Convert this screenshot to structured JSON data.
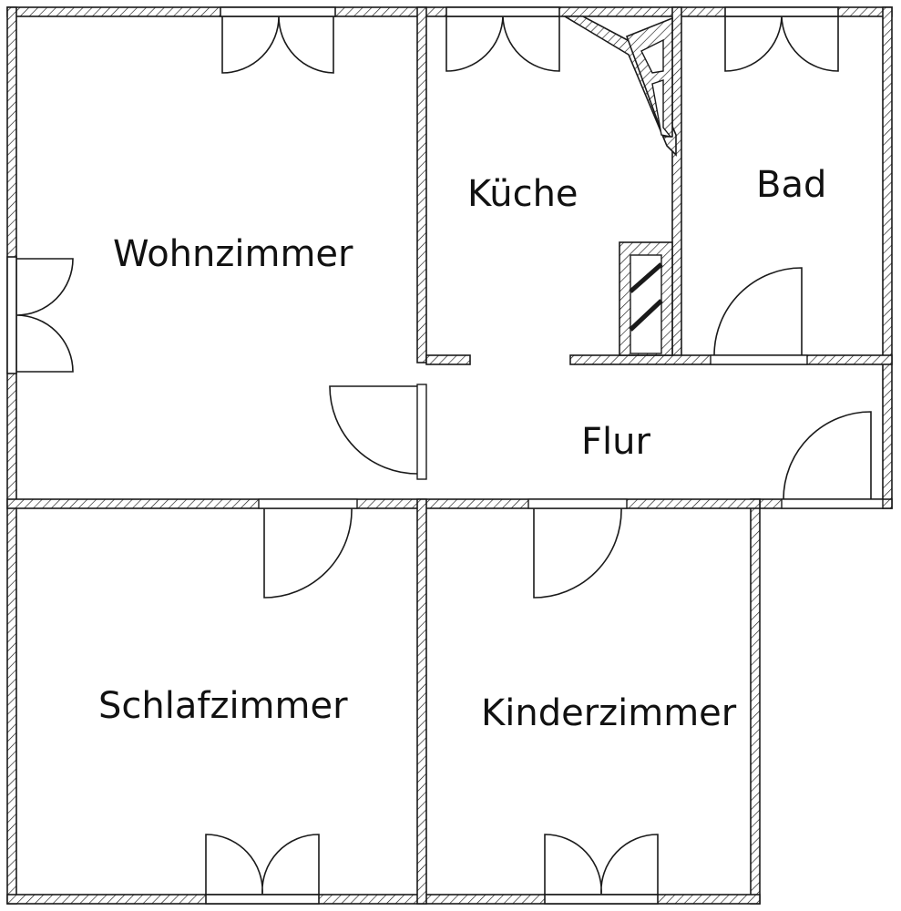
{
  "floor_plan": {
    "rooms": {
      "wohnzimmer": "Wohnzimmer",
      "kueche": "Küche",
      "bad": "Bad",
      "flur": "Flur",
      "schlafzimmer": "Schlafzimmer",
      "kinderzimmer": "Kinderzimmer"
    },
    "colors": {
      "wall_fill": "#ffffff",
      "wall_stroke": "#1a1a1a",
      "hatch": "#1a1a1a",
      "background": "#ffffff"
    }
  }
}
